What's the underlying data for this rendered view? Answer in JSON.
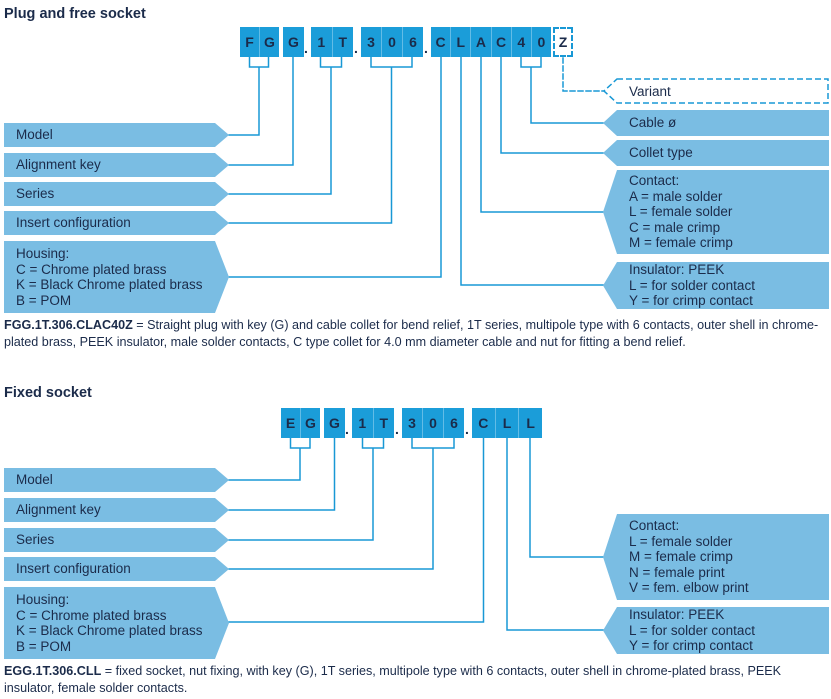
{
  "separator": ".",
  "colors": {
    "box_blue": "#1b9dd9",
    "box_divider": "#63bce6",
    "arrow_blue": "#7abde3",
    "leader_line": "#1898d5",
    "dark_text": "#1b2b4a"
  },
  "sections": {
    "plug": {
      "heading": "Plug and free socket",
      "groups": [
        [
          "F",
          "G"
        ],
        [
          "G"
        ],
        [
          "1",
          "T"
        ],
        [
          "3",
          "0",
          "6"
        ],
        [
          "C",
          "L",
          "A",
          "C",
          "4",
          "0"
        ],
        [
          "Z"
        ]
      ],
      "left_labels": [
        [
          "Model"
        ],
        [
          "Alignment key"
        ],
        [
          "Series"
        ],
        [
          "Insert configuration"
        ],
        [
          "Housing:",
          "C = Chrome plated brass",
          "K = Black Chrome plated brass",
          "B = POM"
        ]
      ],
      "right_labels": [
        [
          "Variant"
        ],
        [
          "Cable ø"
        ],
        [
          "Collet type"
        ],
        [
          "Contact:",
          "A = male solder",
          "L = female solder",
          "C = male crimp",
          "M = female crimp"
        ],
        [
          "Insulator: PEEK",
          "L = for solder contact",
          "Y = for crimp contact"
        ]
      ],
      "caption": {
        "lead": "FGG.1T.306.CLAC40Z",
        "text": " = Straight plug with key (G) and cable collet for bend relief, 1T series, multipole type with 6 contacts, outer shell in chrome-plated brass, PEEK insulator, male solder contacts, C type collet for 4.0 mm diameter cable and nut for fitting a bend relief."
      }
    },
    "fixed": {
      "heading": "Fixed socket",
      "groups": [
        [
          "E",
          "G"
        ],
        [
          "G"
        ],
        [
          "1",
          "T"
        ],
        [
          "3",
          "0",
          "6"
        ],
        [
          "C",
          "L",
          "L"
        ]
      ],
      "left_labels": [
        [
          "Model"
        ],
        [
          "Alignment key"
        ],
        [
          "Series"
        ],
        [
          "Insert configuration"
        ],
        [
          "Housing:",
          "C = Chrome plated brass",
          "K = Black Chrome plated brass",
          "B = POM"
        ]
      ],
      "right_labels": [
        [
          "Contact:",
          "L = female solder",
          "M = female crimp",
          "N = female print",
          "V = fem. elbow print"
        ],
        [
          "Insulator: PEEK",
          "L = for solder contact",
          "Y = for crimp contact"
        ]
      ],
      "caption": {
        "lead": "EGG.1T.306.CLL",
        "text": " = fixed socket, nut fixing, with key (G), 1T series, multipole type with 6 contacts, outer shell in chrome-plated brass, PEEK insulator, female solder contacts."
      }
    }
  }
}
